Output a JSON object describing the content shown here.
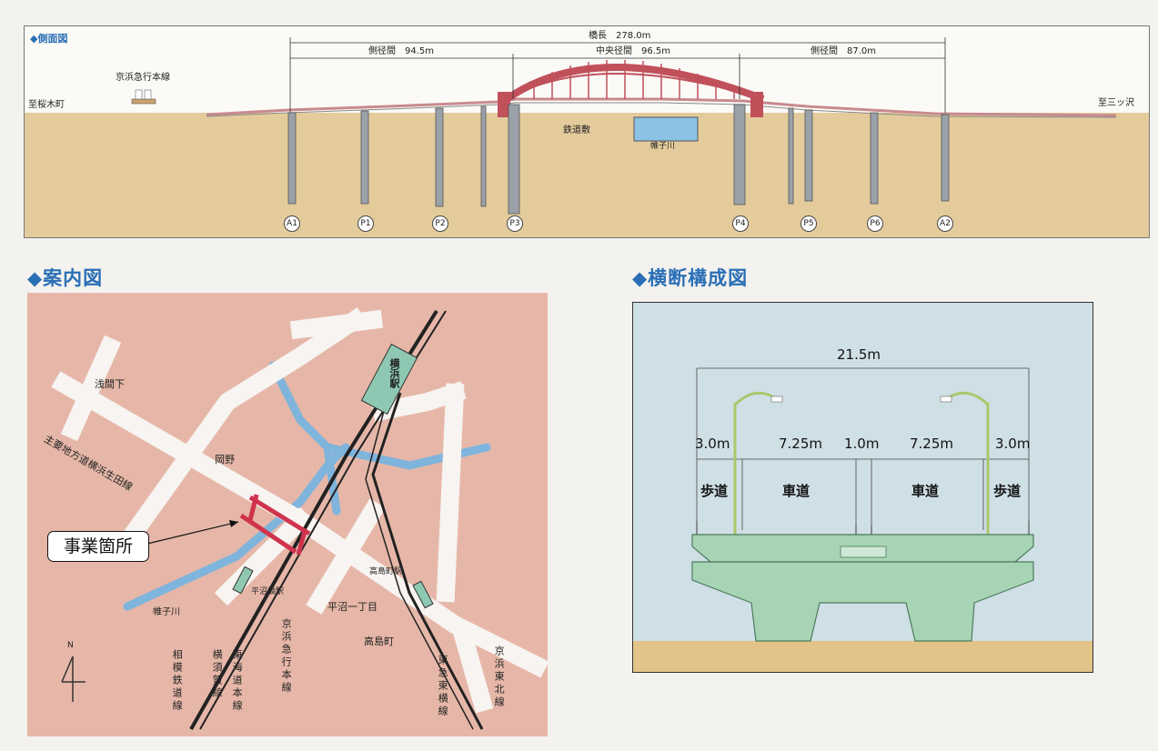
{
  "side_view": {
    "title": "◆側面図",
    "total_length": "橋長　278.0m",
    "span_left": "側径間　94.5m",
    "span_center": "中央径間　96.5m",
    "span_right": "側径間　87.0m",
    "left_dest": "至桜木町",
    "right_dest": "至三ッ沢",
    "keikyu_label": "京浜急行本線",
    "railway_yard": "鉄道敷",
    "river": "帷子川",
    "piers": [
      "A1",
      "P1",
      "P2",
      "P3",
      "P4",
      "P5",
      "P6",
      "A2"
    ]
  },
  "guide_map": {
    "title": "◆案内図",
    "site_label": "事業箇所",
    "yokohama_station": "横浜駅",
    "sengenshita": "浅間下",
    "route_road": "主要地方道横浜生田線",
    "okano": "岡野",
    "hiranuma_station": "平沼橋駅",
    "takashimacho_station": "高島町駅",
    "hiranuma_1": "平沼一丁目",
    "takashimacho": "高島町",
    "katabira_river": "帷子川",
    "north": "N",
    "lines": [
      "相模鉄道線",
      "横須賀線",
      "東海道本線",
      "京浜急行本線",
      "東急東横線",
      "京浜東北線"
    ]
  },
  "cross_section": {
    "title": "◆横断構成図",
    "total_width": "21.5m",
    "widths": [
      "3.0m",
      "7.25m",
      "1.0m",
      "7.25m",
      "3.0m"
    ],
    "lanes": [
      "歩道",
      "車道",
      "車道",
      "歩道"
    ]
  },
  "colors": {
    "title_blue": "#2a6fb6",
    "arch_red": "#c0505a",
    "ground": "#e3c99a",
    "map_bg": "#e6b7a8",
    "road_white": "#f7f4f1",
    "river_blue": "#7fb4dc",
    "deck_green": "#a7d4b4"
  }
}
